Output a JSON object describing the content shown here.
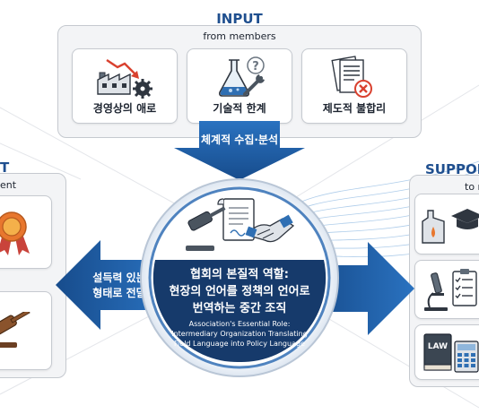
{
  "input": {
    "title": "INPUT",
    "subtitle": "from members",
    "cards": [
      {
        "label": "경영상의 애로",
        "icon": "factory-decline-gear-icon"
      },
      {
        "label": "기술적 한계",
        "icon": "flask-wrench-icon"
      },
      {
        "label": "제도적 불합리",
        "icon": "documents-x-icon"
      }
    ]
  },
  "process": {
    "arrow_label": "체계적 수집·분석"
  },
  "center": {
    "title_lines": [
      "협회의 본질적 역할:",
      "현장의 언어를 정책의 언어로",
      "번역하는 중간 조직"
    ],
    "english_lines": [
      "Association's Essential Role:",
      "Intermediary Organization Translating",
      "Field Language into Policy Language"
    ],
    "icon": "gavel-document-handshake-icon"
  },
  "left": {
    "title_fragment": "T",
    "subtitle_fragment": "ent",
    "arrow_label_lines": [
      "설득력 있는",
      "형태로 전달"
    ],
    "cards": [
      {
        "icon": "award-ribbon-icon"
      },
      {
        "icon": "gavel-icon"
      }
    ]
  },
  "right": {
    "title_fragment": "SUPPOR",
    "subtitle_fragment": "to m",
    "cards": [
      {
        "icon": "factory-graduation-cap-icon"
      },
      {
        "icon": "microscope-checklist-icon"
      },
      {
        "icon": "law-book-calculator-icon",
        "book_text": "LAW"
      }
    ]
  },
  "colors": {
    "navy": "#163a6b",
    "arrow_blue": "#1b61ad",
    "arrow_blue_dark": "#174c8c",
    "panel_bg": "#f3f4f6",
    "accent_orange": "#e8772e",
    "accent_red": "#d9412f"
  }
}
